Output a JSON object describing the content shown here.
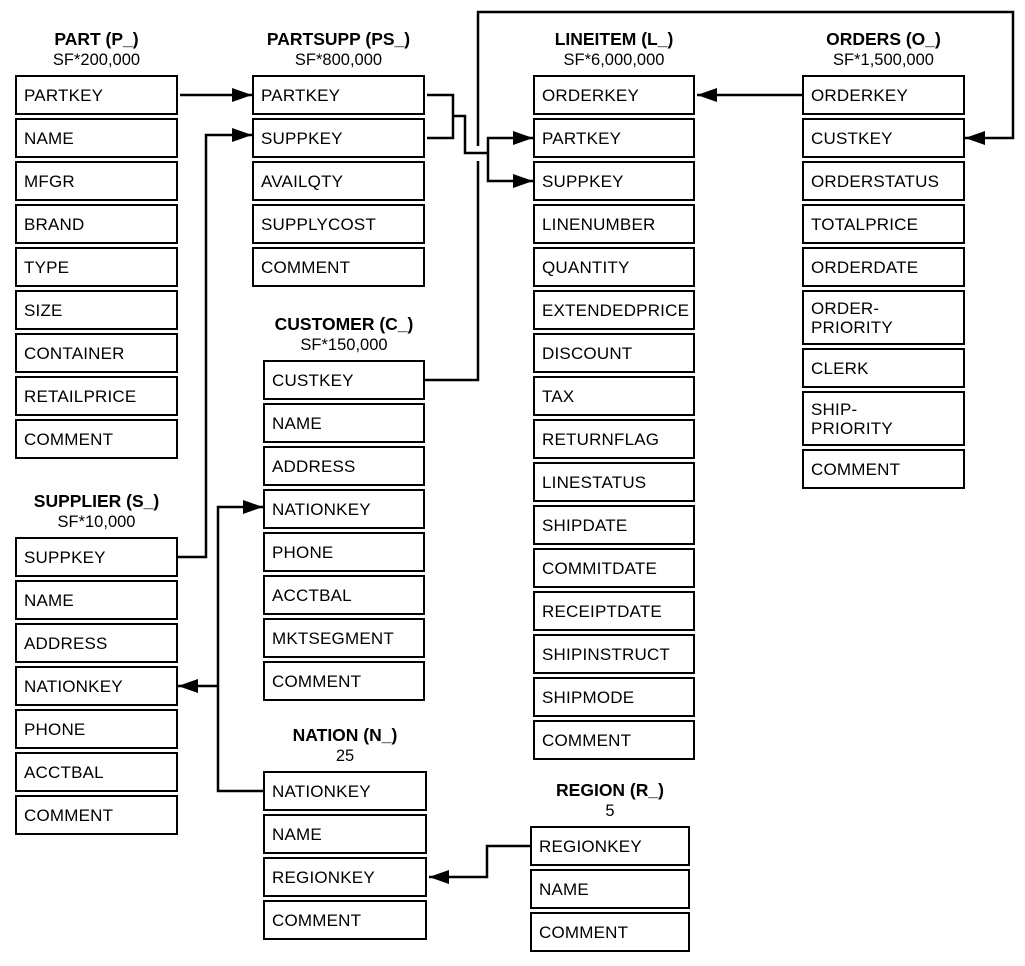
{
  "colors": {
    "line": "#000000",
    "background": "#ffffff",
    "row_fill": "#ffffff"
  },
  "tables": [
    {
      "id": "part",
      "title": "PART (P_)",
      "subtitle": "SF*200,000",
      "rows": [
        "PARTKEY",
        "NAME",
        "MFGR",
        "BRAND",
        "TYPE",
        "SIZE",
        "CONTAINER",
        "RETAILPRICE",
        "COMMENT"
      ]
    },
    {
      "id": "partsupp",
      "title": "PARTSUPP (PS_)",
      "subtitle": "SF*800,000",
      "rows": [
        "PARTKEY",
        "SUPPKEY",
        "AVAILQTY",
        "SUPPLYCOST",
        "COMMENT"
      ]
    },
    {
      "id": "lineitem",
      "title": "LINEITEM (L_)",
      "subtitle": "SF*6,000,000",
      "rows": [
        "ORDERKEY",
        "PARTKEY",
        "SUPPKEY",
        "LINENUMBER",
        "QUANTITY",
        "EXTENDEDPRICE",
        "DISCOUNT",
        "TAX",
        "RETURNFLAG",
        "LINESTATUS",
        "SHIPDATE",
        "COMMITDATE",
        "RECEIPTDATE",
        "SHIPINSTRUCT",
        "SHIPMODE",
        "COMMENT"
      ]
    },
    {
      "id": "orders",
      "title": "ORDERS (O_)",
      "subtitle": "SF*1,500,000",
      "rows": [
        "ORDERKEY",
        "CUSTKEY",
        "ORDERSTATUS",
        "TOTALPRICE",
        "ORDERDATE",
        "ORDER-PRIORITY",
        "CLERK",
        "SHIP-PRIORITY",
        "COMMENT"
      ],
      "tall_rows": [
        5,
        7
      ]
    },
    {
      "id": "customer",
      "title": "CUSTOMER (C_)",
      "subtitle": "SF*150,000",
      "rows": [
        "CUSTKEY",
        "NAME",
        "ADDRESS",
        "NATIONKEY",
        "PHONE",
        "ACCTBAL",
        "MKTSEGMENT",
        "COMMENT"
      ]
    },
    {
      "id": "supplier",
      "title": "SUPPLIER (S_)",
      "subtitle": "SF*10,000",
      "rows": [
        "SUPPKEY",
        "NAME",
        "ADDRESS",
        "NATIONKEY",
        "PHONE",
        "ACCTBAL",
        "COMMENT"
      ]
    },
    {
      "id": "nation",
      "title": "NATION (N_)",
      "subtitle": "25",
      "rows": [
        "NATIONKEY",
        "NAME",
        "REGIONKEY",
        "COMMENT"
      ]
    },
    {
      "id": "region",
      "title": "REGION (R_)",
      "subtitle": "5",
      "rows": [
        "REGIONKEY",
        "NAME",
        "COMMENT"
      ]
    }
  ],
  "relationships": [
    {
      "from": "PART.PARTKEY",
      "to": "PARTSUPP.PARTKEY"
    },
    {
      "from": "SUPPLIER.SUPPKEY",
      "to": "PARTSUPP.SUPPKEY"
    },
    {
      "from": "PARTSUPP.PARTKEY",
      "to": "LINEITEM.PARTKEY"
    },
    {
      "from": "PARTSUPP.SUPPKEY",
      "to": "LINEITEM.SUPPKEY"
    },
    {
      "from": "ORDERS.ORDERKEY",
      "to": "LINEITEM.ORDERKEY"
    },
    {
      "from": "CUSTOMER.CUSTKEY",
      "to": "ORDERS.CUSTKEY"
    },
    {
      "from": "NATION.NATIONKEY",
      "to": "CUSTOMER.NATIONKEY"
    },
    {
      "from": "NATION.NATIONKEY",
      "to": "SUPPLIER.NATIONKEY"
    },
    {
      "from": "REGION.REGIONKEY",
      "to": "NATION.REGIONKEY"
    }
  ]
}
